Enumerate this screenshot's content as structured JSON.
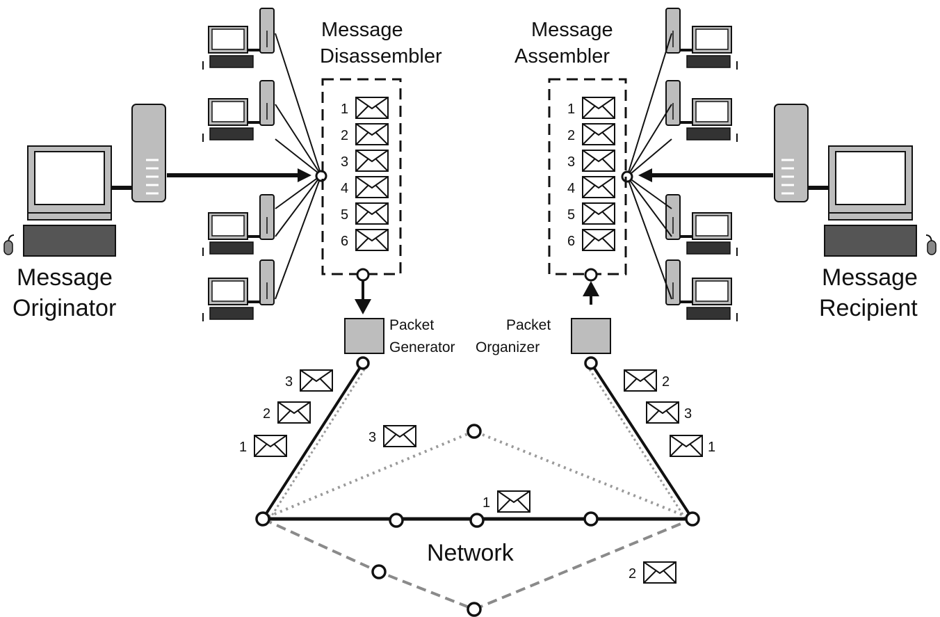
{
  "labels": {
    "originator_line1": "Message",
    "originator_line2": "Originator",
    "recipient_line1": "Message",
    "recipient_line2": "Recipient",
    "disassembler_line1": "Message",
    "disassembler_line2": "Disassembler",
    "assembler_line1": "Message",
    "assembler_line2": "Assembler",
    "generator_line1": "Packet",
    "generator_line2": "Generator",
    "organizer_line1": "Packet",
    "organizer_line2": "Organizer",
    "network": "Network"
  },
  "disassembler_packets": [
    "1",
    "2",
    "3",
    "4",
    "5",
    "6"
  ],
  "assembler_packets": [
    "1",
    "2",
    "3",
    "4",
    "5",
    "6"
  ],
  "in_transit": {
    "left_stack": [
      "3",
      "2",
      "1"
    ],
    "right_stack": [
      "2",
      "3",
      "1"
    ],
    "top_route": "3",
    "middle_route": "1",
    "bottom_route": "2"
  },
  "icons": {
    "computer": "desktop-computer-icon",
    "packet": "envelope-icon",
    "node": "network-node-icon"
  },
  "colors": {
    "stroke": "#111111",
    "fill_gray": "#bdbdbd",
    "route_dotted": "#9a9a9a",
    "route_dashed": "#8a8a8a"
  }
}
